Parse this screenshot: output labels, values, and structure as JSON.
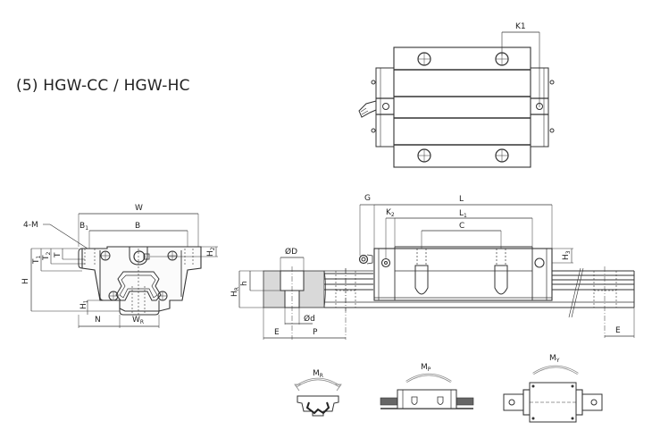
{
  "title": "(5) HGW-CC / HGW-HC",
  "top_view": {
    "dims": {
      "k1": "K1"
    }
  },
  "cross_section": {
    "dims": {
      "w": "W",
      "b": "B",
      "b1": "B",
      "b1_sub": "1",
      "m": "4-M",
      "t": "T",
      "t1": "T",
      "t1_sub": "1",
      "t2": "T",
      "t2_sub": "2",
      "h": "H",
      "h1": "H",
      "h1_sub": "1",
      "h2": "H",
      "h2_sub": "2",
      "n": "N",
      "wr": "W",
      "wr_sub": "R"
    }
  },
  "side_view": {
    "dims": {
      "g": "G",
      "l": "L",
      "l1": "L",
      "l1_sub": "1",
      "k2": "K",
      "k2_sub": "2",
      "c": "C",
      "h3": "H",
      "h3_sub": "3",
      "e_right": "E"
    }
  },
  "rail_section": {
    "dims": {
      "od": "ØD",
      "hr": "H",
      "hr_sub": "R",
      "h": "h",
      "d": "Ød",
      "e": "E",
      "p": "P"
    }
  },
  "moments": [
    {
      "label": "M",
      "sub": "R"
    },
    {
      "label": "M",
      "sub": "P"
    },
    {
      "label": "M",
      "sub": "Y"
    }
  ]
}
